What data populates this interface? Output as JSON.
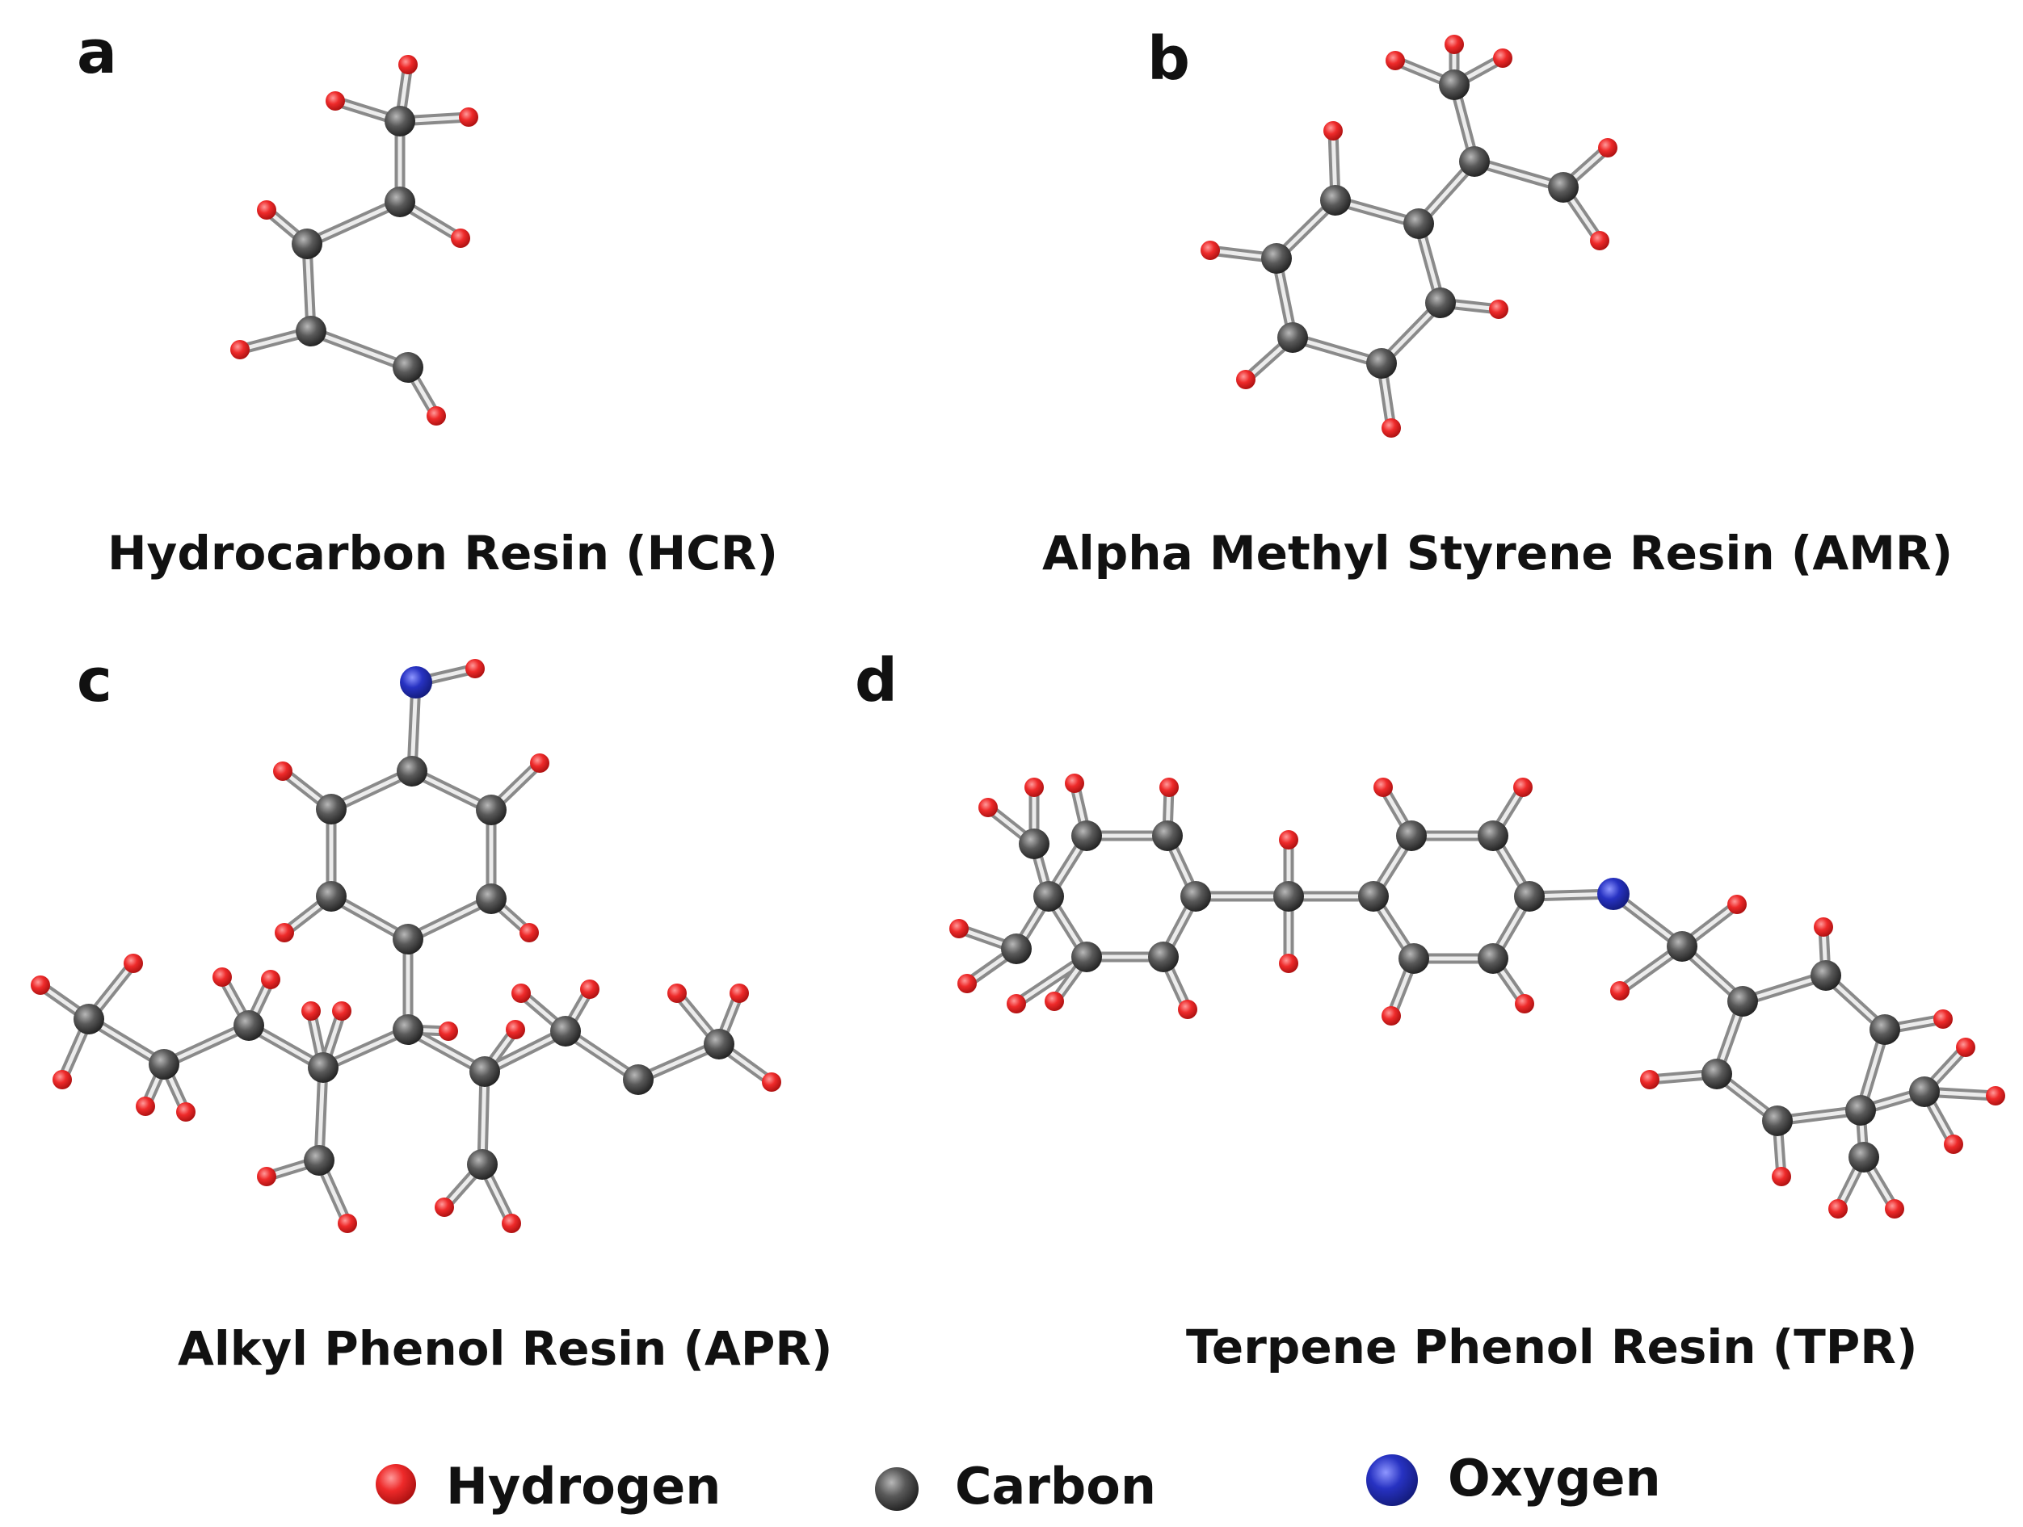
{
  "panels": [
    {
      "letter": "a",
      "caption": "Hydrocarbon Resin (HCR)"
    },
    {
      "letter": "b",
      "caption": "Alpha Methyl Styrene Resin (AMR)"
    },
    {
      "letter": "c",
      "caption": "Alkyl Phenol Resin (APR)"
    },
    {
      "letter": "d",
      "caption": "Terpene Phenol Resin (TPR)"
    }
  ],
  "legend": [
    {
      "label": "Hydrogen",
      "color": "#e8262b"
    },
    {
      "label": "Carbon",
      "color": "#555555"
    },
    {
      "label": "Oxygen",
      "color": "#2430b8"
    }
  ],
  "colors": {
    "hydrogen": "#e8262b",
    "carbon": "#555555",
    "oxygen": "#2430b8",
    "bond": "#b9b9b9"
  }
}
